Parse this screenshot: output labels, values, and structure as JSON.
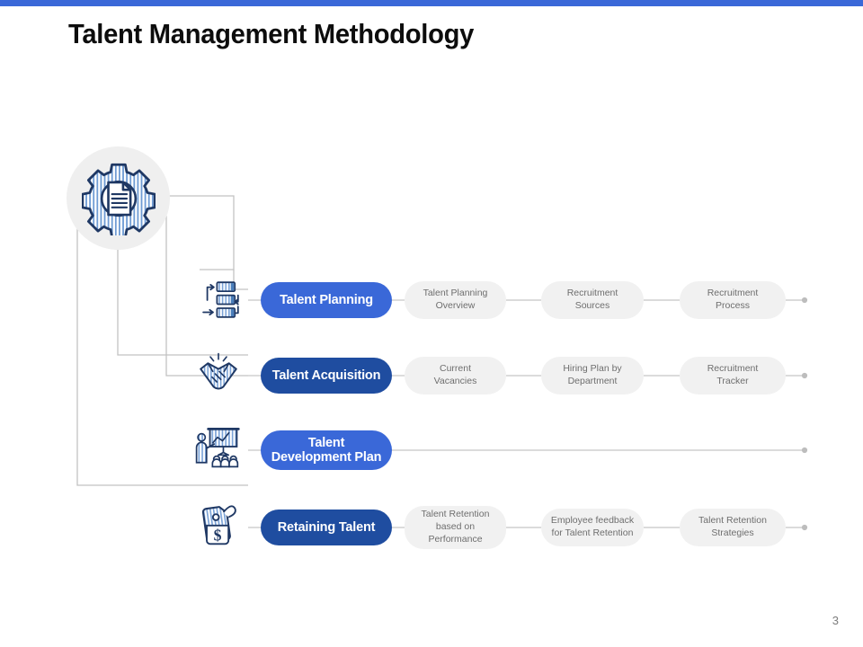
{
  "slide": {
    "title": "Talent Management Methodology",
    "page_number": "3",
    "accent_blue": "#3a68d8",
    "accent_navy": "#1f4da0",
    "pill_gray": "#f1f1f1",
    "line_gray": "#bfbfbf",
    "hub_circle_gray": "#efefef",
    "icon_blue_dark": "#1f3864",
    "icon_blue_light": "#4a7ebb"
  },
  "hub": {
    "icon": "gear-document-icon"
  },
  "rows": [
    {
      "icon": "process-flow-servers-icon",
      "label": "Talent Planning",
      "label_lines": [
        "Talent Planning"
      ],
      "color": "#3a68d8",
      "steps": [
        "Talent Planning Overview",
        "Recruitment Sources",
        "Recruitment Process"
      ],
      "step_lines": [
        [
          "Talent Planning",
          "Overview"
        ],
        [
          "Recruitment",
          "Sources"
        ],
        [
          "Recruitment",
          "Process"
        ]
      ]
    },
    {
      "icon": "handshake-icon",
      "label": "Talent Acquisition",
      "label_lines": [
        "Talent Acquisition"
      ],
      "color": "#1f4da0",
      "steps": [
        "Current Vacancies",
        "Hiring Plan by Department",
        "Recruitment Tracker"
      ],
      "step_lines": [
        [
          "Current",
          "Vacancies"
        ],
        [
          "Hiring Plan by",
          "Department"
        ],
        [
          "Recruitment",
          "Tracker"
        ]
      ]
    },
    {
      "icon": "training-presentation-icon",
      "label": "Talent Development Plan",
      "label_lines": [
        "Talent",
        "Development Plan"
      ],
      "color": "#3a68d8",
      "steps": [],
      "step_lines": []
    },
    {
      "icon": "price-tag-dollar-icon",
      "label": "Retaining Talent",
      "label_lines": [
        "Retaining Talent"
      ],
      "color": "#1f4da0",
      "steps": [
        "Talent Retention based on Performance",
        "Employee feedback for Talent Retention",
        "Talent Retention Strategies"
      ],
      "step_lines": [
        [
          "Talent Retention",
          "based on",
          "Performance"
        ],
        [
          "Employee  feedback",
          "for Talent Retention"
        ],
        [
          "Talent Retention",
          "Strategies"
        ]
      ]
    }
  ]
}
